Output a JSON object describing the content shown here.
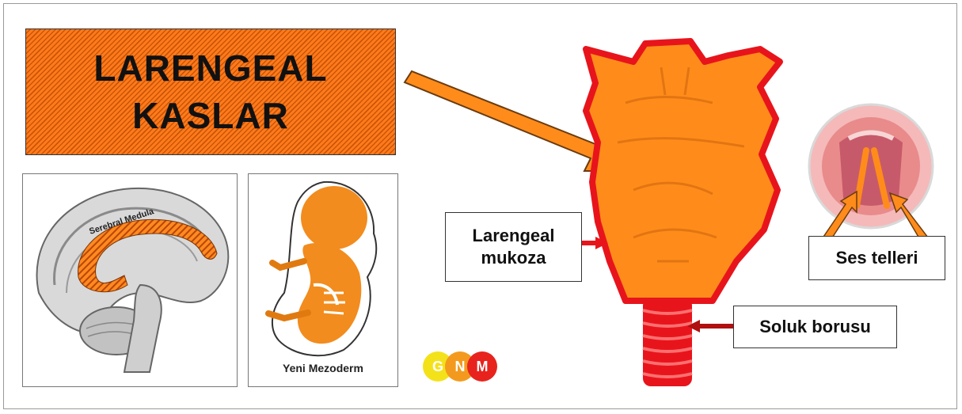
{
  "title": {
    "line1": "LARENGEAL",
    "line2": "KASLAR"
  },
  "brain_panel": {
    "label": "Serebral Medula"
  },
  "embryo_panel": {
    "caption": "Yeni Mezoderm"
  },
  "labels": {
    "larengeal_mukoza_line1": "Larengeal",
    "larengeal_mukoza_line2": "mukoza",
    "ses_telleri": "Ses telleri",
    "soluk_borusu": "Soluk borusu"
  },
  "logo": {
    "letters": [
      "G",
      "N",
      "M"
    ]
  },
  "colors": {
    "accent_orange": "#ff8c1a",
    "outline_red": "#e8141c",
    "logo_yellow": "#f3e21a",
    "logo_orange": "#f39a1e",
    "logo_red": "#e8231d"
  }
}
